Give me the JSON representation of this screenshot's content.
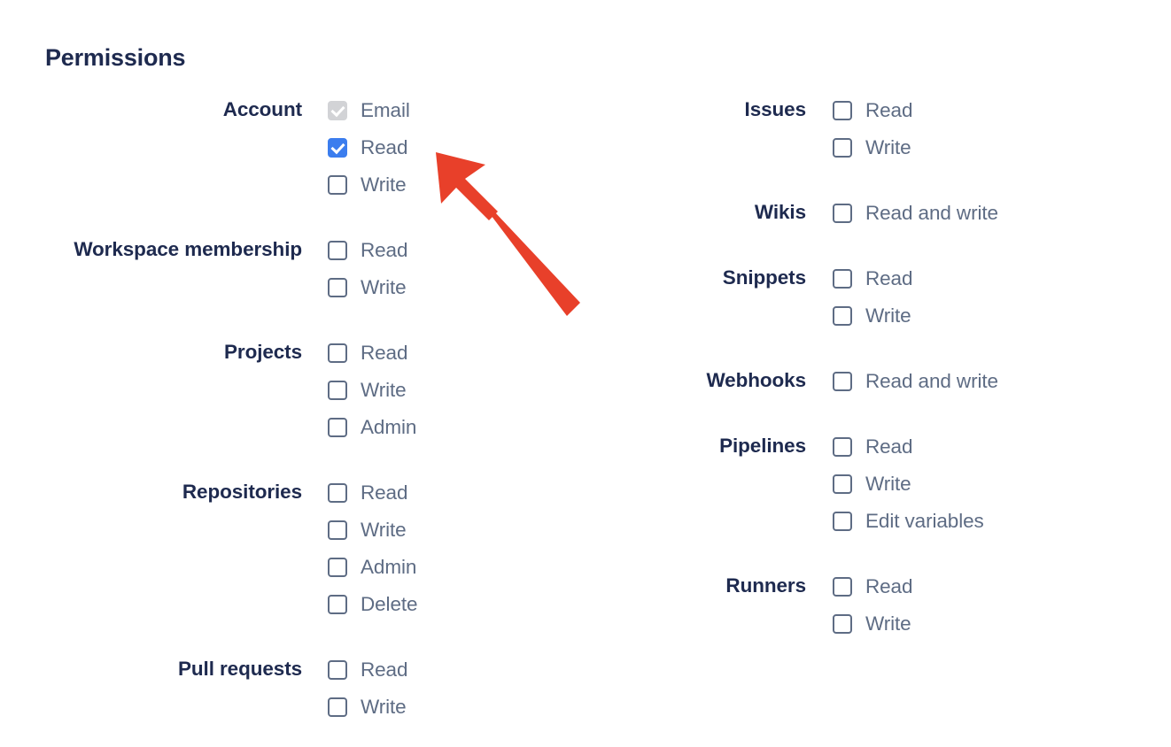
{
  "page": {
    "title": "Permissions",
    "background_color": "#ffffff",
    "label_color": "#1e2a4f",
    "option_text_color": "#5e6c84",
    "checked_color": "#3b7dee",
    "disabled_checkbox_color": "#d2d3d6",
    "annotation_arrow_color": "#e8402a"
  },
  "annotation": {
    "type": "arrow",
    "points_to": "account-read-checkbox",
    "color": "#e8402a"
  },
  "left_column": {
    "groups": [
      {
        "label": "Account",
        "options": [
          {
            "label": "Email",
            "state": "disabled-checked"
          },
          {
            "label": "Read",
            "state": "checked"
          },
          {
            "label": "Write",
            "state": "unchecked"
          }
        ]
      },
      {
        "label": "Workspace membership",
        "options": [
          {
            "label": "Read",
            "state": "unchecked"
          },
          {
            "label": "Write",
            "state": "unchecked"
          }
        ]
      },
      {
        "label": "Projects",
        "options": [
          {
            "label": "Read",
            "state": "unchecked"
          },
          {
            "label": "Write",
            "state": "unchecked"
          },
          {
            "label": "Admin",
            "state": "unchecked"
          }
        ]
      },
      {
        "label": "Repositories",
        "options": [
          {
            "label": "Read",
            "state": "unchecked"
          },
          {
            "label": "Write",
            "state": "unchecked"
          },
          {
            "label": "Admin",
            "state": "unchecked"
          },
          {
            "label": "Delete",
            "state": "unchecked"
          }
        ]
      },
      {
        "label": "Pull requests",
        "options": [
          {
            "label": "Read",
            "state": "unchecked"
          },
          {
            "label": "Write",
            "state": "unchecked"
          }
        ]
      }
    ]
  },
  "right_column": {
    "groups": [
      {
        "label": "Issues",
        "options": [
          {
            "label": "Read",
            "state": "unchecked"
          },
          {
            "label": "Write",
            "state": "unchecked"
          }
        ]
      },
      {
        "label": "Wikis",
        "options": [
          {
            "label": "Read and write",
            "state": "unchecked"
          }
        ]
      },
      {
        "label": "Snippets",
        "options": [
          {
            "label": "Read",
            "state": "unchecked"
          },
          {
            "label": "Write",
            "state": "unchecked"
          }
        ]
      },
      {
        "label": "Webhooks",
        "options": [
          {
            "label": "Read and write",
            "state": "unchecked"
          }
        ]
      },
      {
        "label": "Pipelines",
        "options": [
          {
            "label": "Read",
            "state": "unchecked"
          },
          {
            "label": "Write",
            "state": "unchecked"
          },
          {
            "label": "Edit variables",
            "state": "unchecked"
          }
        ]
      },
      {
        "label": "Runners",
        "options": [
          {
            "label": "Read",
            "state": "unchecked"
          },
          {
            "label": "Write",
            "state": "unchecked"
          }
        ]
      }
    ]
  }
}
